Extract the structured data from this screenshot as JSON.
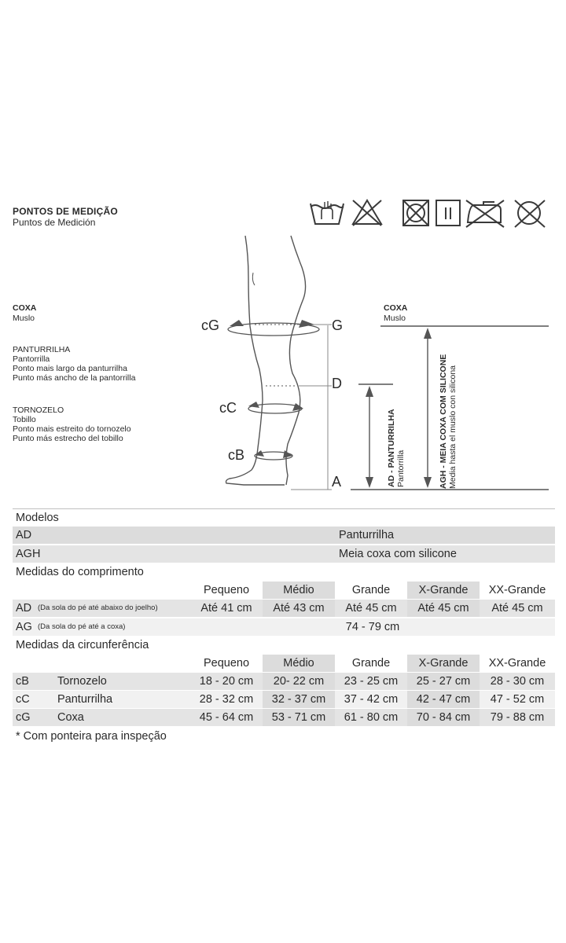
{
  "header": {
    "title": "PONTOS DE MEDIÇÃO",
    "subtitle": "Puntos de Medición"
  },
  "care_icons": [
    "wash-by-hand-icon",
    "do-not-bleach-icon",
    "do-not-tumble-dry-icon",
    "drip-dry-icon",
    "do-not-iron-icon",
    "do-not-dry-clean-icon"
  ],
  "legend": {
    "coxa": {
      "pt": "COXA",
      "es": "Muslo"
    },
    "panturrilha": {
      "pt": "PANTURRILHA",
      "es": "Pantorrilla",
      "desc_pt": "Ponto mais largo da panturrilha",
      "desc_es": "Punto más ancho de la pantorrilla"
    },
    "tornozelo": {
      "pt": "TORNOZELO",
      "es": "Tobillo",
      "desc_pt": "Ponto mais estreito do tornozelo",
      "desc_es": "Punto más estrecho del tobillo"
    }
  },
  "diagram": {
    "cG": "cG",
    "cC": "cC",
    "cB": "cB",
    "G": "G",
    "D": "D",
    "A": "A",
    "coxa_pt": "COXA",
    "coxa_es": "Muslo",
    "ad_label": "AD - PANTURRILHA",
    "ad_sub": "Pantorrilla",
    "agh_label": "AGH - MEIA COXA COM SILICONE",
    "agh_sub": "Media hasta el muslo con silicona"
  },
  "table": {
    "models_title": "Modelos",
    "models": [
      {
        "code": "AD",
        "name": "Panturrilha"
      },
      {
        "code": "AGH",
        "name": "Meia coxa com silicone"
      }
    ],
    "length_title": "Medidas do comprimento",
    "sizes": [
      "Pequeno",
      "Médio",
      "Grande",
      "X-Grande",
      "XX-Grande"
    ],
    "length_rows": [
      {
        "code": "AD",
        "desc": "(Da sola do pé até abaixo do joelho)",
        "values": [
          "Até 41 cm",
          "Até 43 cm",
          "Até 45 cm",
          "Até 45 cm",
          "Até 45 cm"
        ]
      },
      {
        "code": "AG",
        "desc": "(Da sola do pé até a coxa)",
        "span_value": "74 - 79 cm"
      }
    ],
    "circ_title": "Medidas da circunferência",
    "circ_rows": [
      {
        "code": "cB",
        "name": "Tornozelo",
        "values": [
          "18 - 20 cm",
          "20- 22 cm",
          "23 - 25 cm",
          "25 - 27 cm",
          "28 - 30 cm"
        ]
      },
      {
        "code": "cC",
        "name": "Panturrilha",
        "values": [
          "28 - 32 cm",
          "32 - 37 cm",
          "37 - 42 cm",
          "42 - 47 cm",
          "47 - 52 cm"
        ]
      },
      {
        "code": "cG",
        "name": "Coxa",
        "values": [
          "45 - 64 cm",
          "53 - 71 cm",
          "61 - 80 cm",
          "70 - 84 cm",
          "79 - 88 cm"
        ]
      }
    ],
    "footnote": "* Com ponteira para inspeção"
  }
}
